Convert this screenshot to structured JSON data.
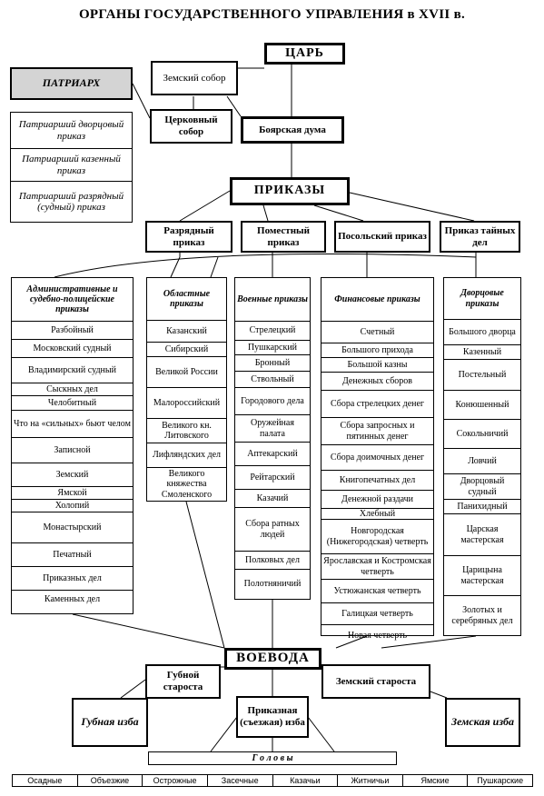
{
  "title": "ОРГАНЫ ГОСУДАРСТВЕННОГО УПРАВЛЕНИЯ в XVII в.",
  "tsar": "ЦАРЬ",
  "zemsky_sobor": "Земский собор",
  "patriarch": "ПАТРИАРХ",
  "patriarch_prikazy": [
    "Патриарший дворцовый приказ",
    "Патриарший казенный приказ",
    "Патриарший разрядный (судный) приказ"
  ],
  "church_sobor": "Церковный собор",
  "boyar_duma": "Боярская дума",
  "prikazy": "ПРИКАЗЫ",
  "main_prikazy": [
    "Разрядный приказ",
    "Поместный приказ",
    "Посольский приказ",
    "Приказ тайных дел"
  ],
  "columns": [
    {
      "header": "Административные и судебно-полицейские приказы",
      "items": [
        "Разбойный",
        "Московский судный",
        "Владимирский судный",
        "Сыскных дел",
        "Челобитный",
        "Что на «сильных» бьют челом",
        "Записной",
        "Земский",
        "Ямской",
        "Холопий",
        "Монастырский",
        "Печатный",
        "Приказных дел",
        "Каменных дел"
      ]
    },
    {
      "header": "Областные приказы",
      "items": [
        "Казанский",
        "Сибирский",
        "Великой России",
        "Малороссийский",
        "Великого кн. Литовского",
        "Лифляндских дел",
        "Великого княжества Смоленского"
      ]
    },
    {
      "header": "Военные приказы",
      "items": [
        "Стрелецкий",
        "Пушкарский",
        "Бронный",
        "Ствольный",
        "Городового дела",
        "Оружейная палата",
        "Аптекарский",
        "Рейтарский",
        "Казачий",
        "Сбора ратных людей",
        "Полковых дел",
        "Полотняничий"
      ]
    },
    {
      "header": "Финансовые приказы",
      "items": [
        "Счетный",
        "Большого прихода",
        "Большой казны",
        "Денежных сборов",
        "Сбора стрелецких денег",
        "Сбора запросных и пятинных денег",
        "Сбора доимочных денег",
        "Книгопечатных дел",
        "Денежной раздачи",
        "Хлебный",
        "Новгородская (Нижегородская) четверть",
        "Ярославская и Костромская четверть",
        "Устюжанская четверть",
        "Галицкая четверть",
        "Новая четверть"
      ]
    },
    {
      "header": "Дворцовые приказы",
      "items": [
        "Большого дворца",
        "Казенный",
        "Постельный",
        "Конюшенный",
        "Сокольничий",
        "Ловчий",
        "Дворцовый судный",
        "Панихидный",
        "Царская мастерская",
        "Царицына мастерская",
        "Золотых и серебряных дел"
      ]
    }
  ],
  "voevoda": "ВОЕВОДА",
  "gubnoy_starosta": "Губной староста",
  "zemsky_starosta": "Земский староста",
  "gubnaya_izba": "Губная изба",
  "prikaznaya_izba": "Приказная (съезжая) изба",
  "zemskaya_izba": "Земская изба",
  "golovy": "Г о л о в ы",
  "golovy_list": [
    "Осадные",
    "Объезжие",
    "Острожные",
    "Засечные",
    "Казачьи",
    "Житничьи",
    "Ямские",
    "Пушкарские"
  ]
}
